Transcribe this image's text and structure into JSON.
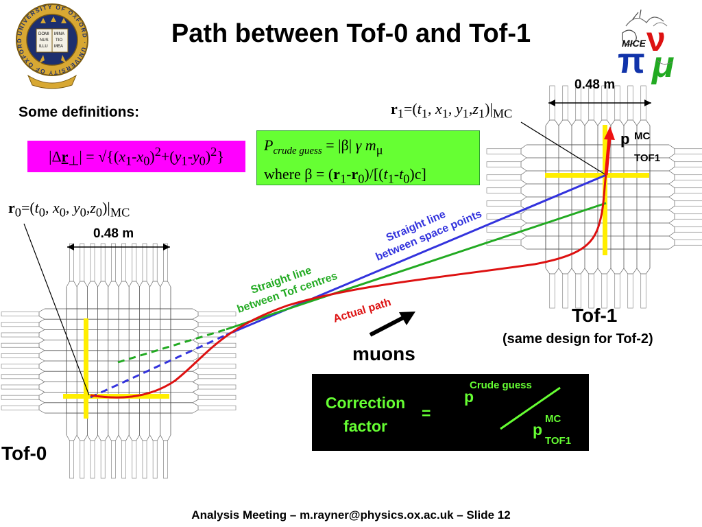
{
  "title": "Path between Tof-0 and Tof-1",
  "definitions_label": "Some definitions:",
  "delta_r_formula": "|Δr⊥| = √{(x1-x0)²+(y1-y0)²}",
  "p_crude_line1": "Pcrude guess = |β| γ mμ",
  "p_crude_line2": "where β = (r1-r0)/[(t1-t0)c]",
  "r0_label": "r0=(t0, x0, y0,z0)|MC",
  "r1_label": "r1=(t1, x1, y1,z1)|MC",
  "tof0_width": "0.48 m",
  "tof1_width": "0.48 m",
  "tof0_label": "Tof-0",
  "tof1_label": "Tof-1",
  "tof1_note": "(same design for Tof-2)",
  "muons_label": "muons",
  "line_space_points": "Straight line between space points",
  "line_tof_centres": "Straight line between Tof centres",
  "actual_path_label": "Actual path",
  "p_mc": {
    "p": "p",
    "sup": "MC",
    "sub": "TOF1"
  },
  "correction": {
    "label_line1": "Correction",
    "label_line2": "factor",
    "equals": "=",
    "num_p": "p",
    "num_sup": "Crude guess",
    "den_p": "p",
    "den_sup": "MC",
    "den_sub": "TOF1"
  },
  "oxford_logo_text": "UNIVERSITY OF OXFORD",
  "oxford_book_text": [
    "DOMI",
    "NUS",
    "ILLU",
    "MINA",
    "TIO",
    "MEA"
  ],
  "mice_logo_text": "MICE",
  "footer": "Analysis Meeting – m.rayner@physics.ox.ac.uk – Slide 12",
  "colors": {
    "magenta_box": "#ff00ff",
    "green_box": "#66ff33",
    "blue_line": "#3333dd",
    "green_line": "#22aa22",
    "red_path": "#dd1111",
    "yellow_cross": "#ffee00",
    "correction_text": "#66ff33"
  }
}
